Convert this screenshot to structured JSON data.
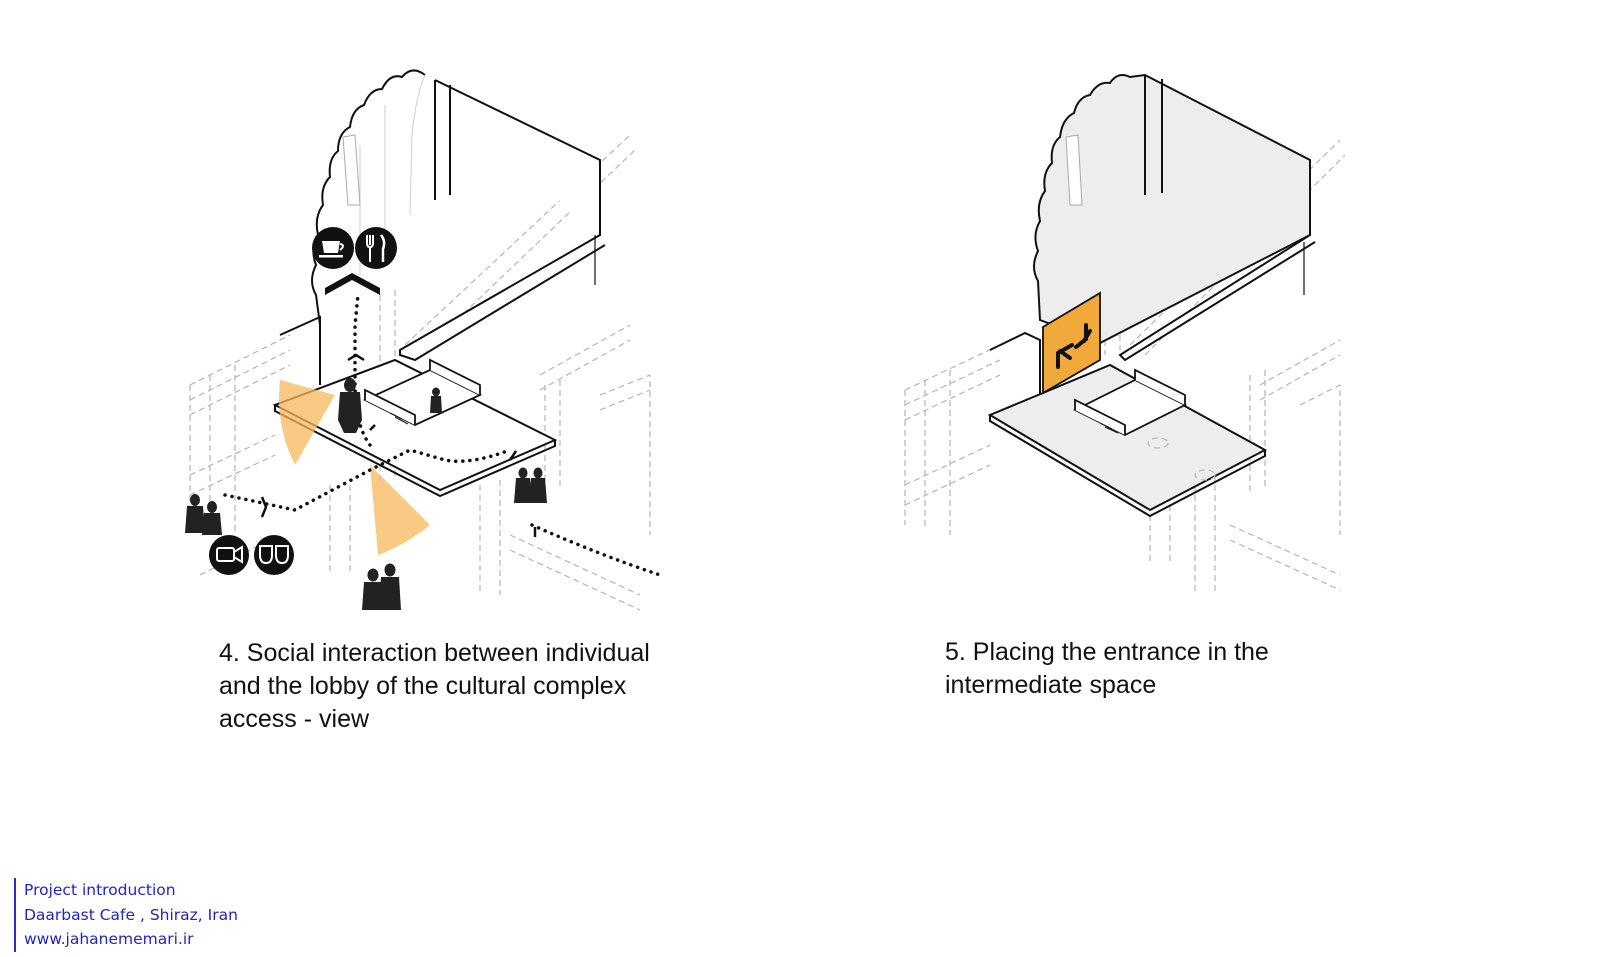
{
  "diagrams": [
    {
      "caption": "4. Social interaction between  individual\nand the lobby of the cultural complex\naccess - view",
      "icons": [
        "coffee-cup-icon",
        "fork-knife-icon",
        "video-camera-icon",
        "theater-masks-icon"
      ],
      "highlight_color": "#f5b85b"
    },
    {
      "caption": "5. Placing the entrance in the\n intermediate space",
      "icons": [
        "entrance-arrows-icon"
      ],
      "highlight_color": "#f2a93b"
    }
  ],
  "footer": {
    "line1": "Project introduction",
    "line2": "Daarbast Cafe , Shiraz, Iran",
    "line3": "www.jahanememari.ir",
    "color": "#2323c8"
  }
}
